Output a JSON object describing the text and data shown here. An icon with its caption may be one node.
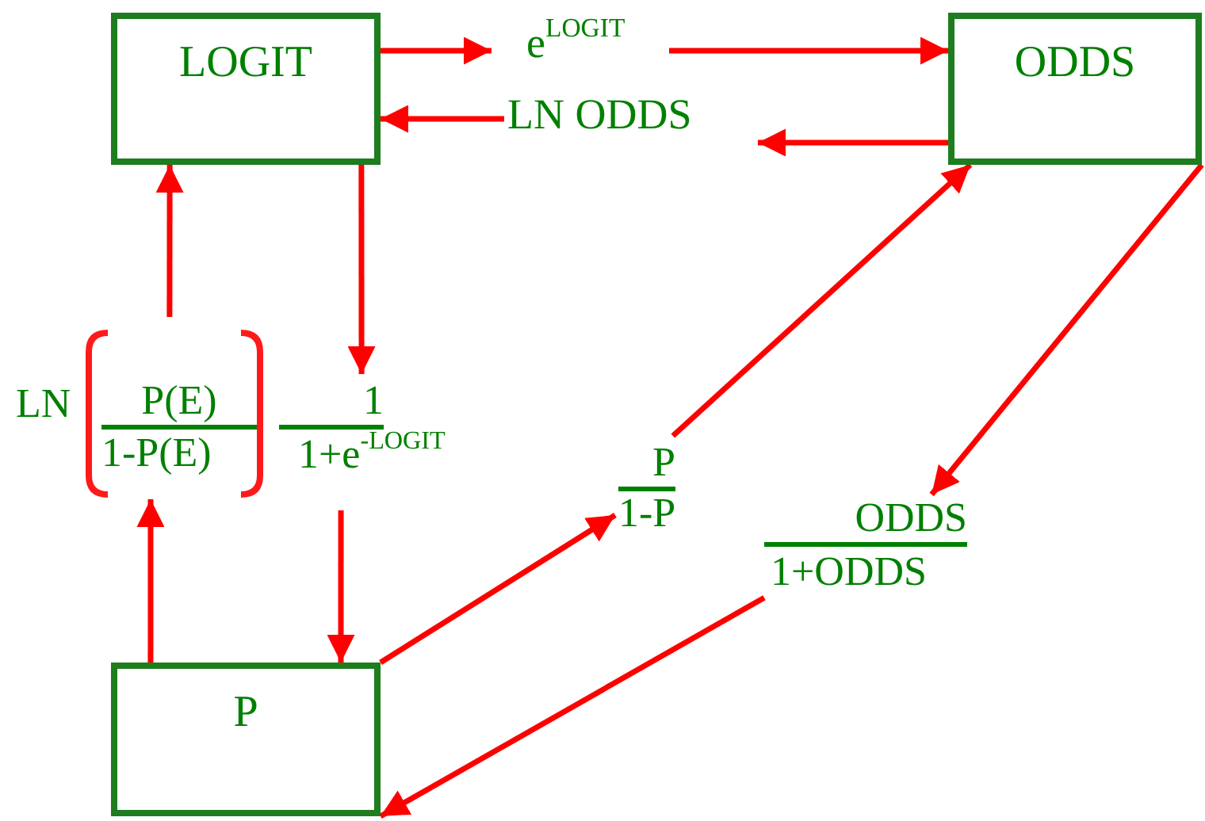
{
  "diagram": {
    "nodes": [
      {
        "text": [
          "LOGIT"
        ]
      },
      {
        "text": [
          "e$^{LOGIT}$"
        ]
      },
      {
        "text": [
          "ODDS"
        ]
      },
      {
        "text": [
          "LN ODDS"
        ]
      },
      {
        "text": [
          "LN",
          "P(E)",
          "1-P(E)"
        ]
      },
      {
        "text": [
          "1",
          "1+e$^{-LOGIT}$"
        ]
      },
      {
        "text": [
          "P",
          "1-P"
        ]
      },
      {
        "text": [
          "ODDS",
          "1+ODDS"
        ]
      },
      {
        "text": [
          "P"
        ]
      }
    ],
    "edges": [
      {
        "from": 0,
        "to": 1,
        "arrow": "to"
      },
      {
        "from": 1,
        "to": 2,
        "arrow": "to"
      },
      {
        "from": 2,
        "to": 3,
        "arrow": "to"
      },
      {
        "from": 3,
        "to": 0,
        "arrow": "to"
      },
      {
        "from": 0,
        "to": 5,
        "arrow": "to"
      },
      {
        "from": 5,
        "to": 8,
        "arrow": "to"
      },
      {
        "from": 8,
        "to": 4,
        "arrow": "to"
      },
      {
        "from": 4,
        "to": 0,
        "arrow": "to"
      },
      {
        "from": 8,
        "to": 6,
        "arrow": "to"
      },
      {
        "from": 6,
        "to": 2,
        "arrow": "to"
      },
      {
        "from": 2,
        "to": 7,
        "arrow": "to"
      },
      {
        "from": 7,
        "to": 8,
        "arrow": "to"
      }
    ]
  }
}
